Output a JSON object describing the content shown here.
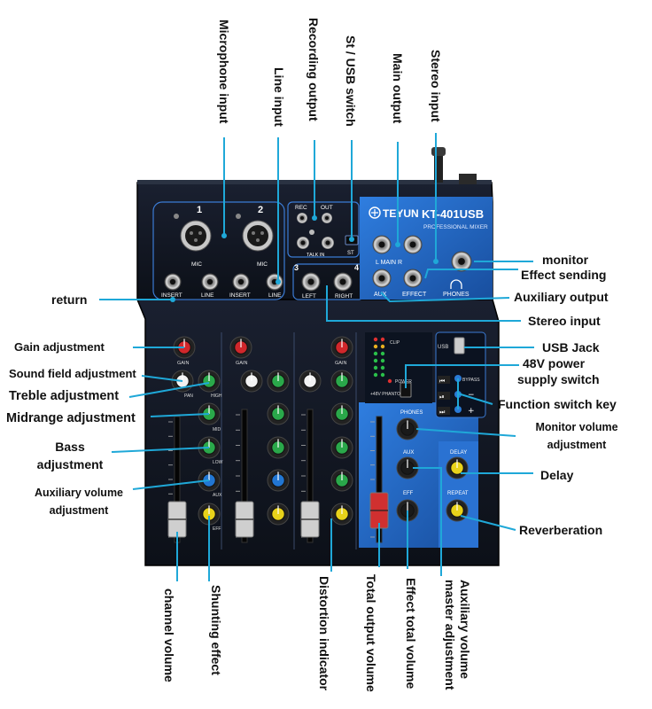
{
  "device": {
    "brand": "TEYUN",
    "model": "KT-401USB",
    "subtitle": "PROFESSIONAL MIXER",
    "ch1": "1",
    "ch2": "2",
    "ch3": "3",
    "ch4": "4",
    "mic": "MIC",
    "insert": "INSERT",
    "line": "LINE",
    "left": "LEFT",
    "right": "RIGHT",
    "rec": "REC",
    "out": "OUT",
    "talkin": "TALK IN",
    "main_lr": "L  MAIN  R",
    "aux": "AUX",
    "effect": "EFFECT",
    "phones": "PHONES",
    "usb": "USB",
    "bypass": "BYPASS",
    "phantom": "+48V PHANTOM",
    "delay": "DELAY",
    "repeat": "REPEAT",
    "eff": "EFF",
    "gain": "GAIN",
    "pan": "PAN",
    "high": "HIGH",
    "mid": "MID",
    "low": "LOW",
    "clip": "CLIP",
    "power": "POWER",
    "st": "ST"
  },
  "labels": {
    "microphone_input": "Microphone input",
    "line_input": "Line input",
    "recording_output": "Recording output",
    "st_usb_switch": "St / USB switch",
    "main_output": "Main output",
    "stereo_input_top": "Stereo input",
    "monitor": "monitor",
    "effect_sending": "Effect sending",
    "return": "return",
    "auxiliary_output": "Auxiliary output",
    "stereo_input": "Stereo input",
    "gain_adjustment": "Gain adjustment",
    "usb_jack": "USB Jack",
    "sound_field_adjustment": "Sound field adjustment",
    "power_48v_line1": "48V power",
    "power_48v_line2": "supply switch",
    "treble_adjustment": "Treble adjustment",
    "function_switch_key": "Function switch key",
    "midrange_adjustment": "Midrange adjustment",
    "monitor_volume_line1": "Monitor volume",
    "monitor_volume_line2": "adjustment",
    "bass_line1": "Bass",
    "bass_line2": "adjustment",
    "delay": "Delay",
    "aux_volume_line1": "Auxiliary volume",
    "aux_volume_line2": "adjustment",
    "reverberation": "Reverberation",
    "channel_volume": "channel volume",
    "shunting_effect": "Shunting effect",
    "distortion_indicator": "Distortion indicator",
    "total_output_volume": "Total output volume",
    "effect_total_volume": "Effect total volume",
    "aux_master_line1": "Auxiliary volume",
    "aux_master_line2": "master adjustment"
  },
  "colors": {
    "chassis": "#101520",
    "panel_blue": "#1f5fc0",
    "panel_blue_light": "#2b74d8",
    "leader": "#1fa8d8",
    "knob_red": "#d0272b",
    "knob_green": "#2aa84a",
    "knob_blue": "#2276d2",
    "knob_yellow": "#e8d21a",
    "knob_white": "#f2f2f2"
  }
}
